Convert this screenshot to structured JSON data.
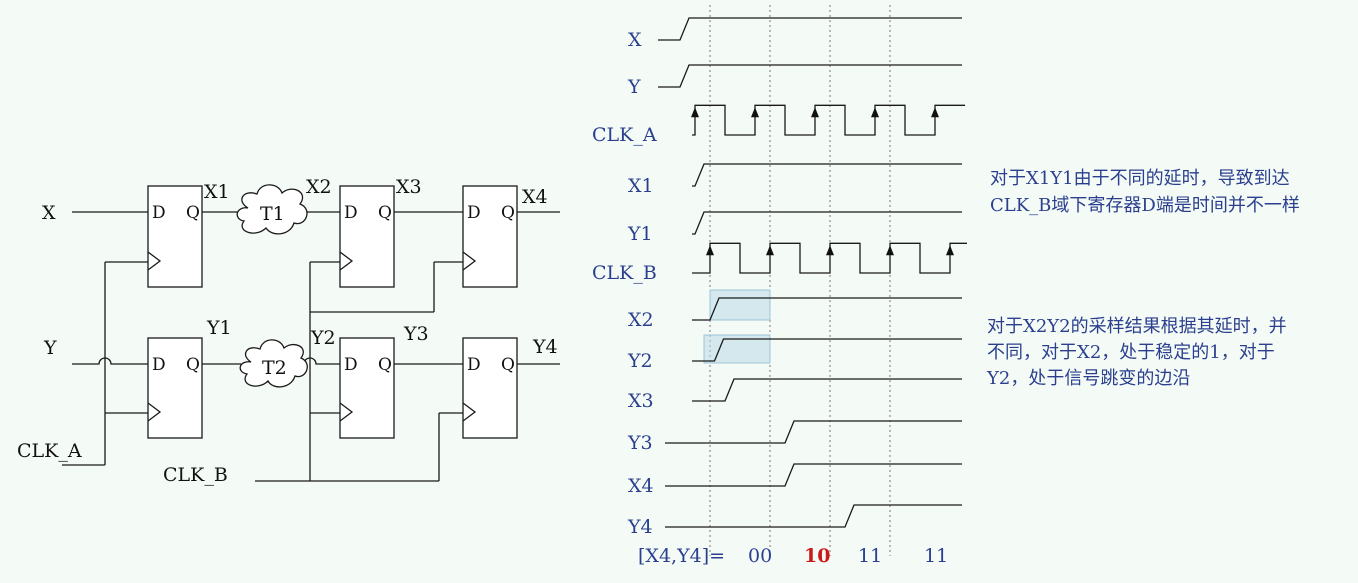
{
  "circuit": {
    "inputs": {
      "x": "X",
      "y": "Y",
      "clk_a": "CLK_A",
      "clk_b": "CLK_B"
    },
    "nets": {
      "x1": "X1",
      "x2": "X2",
      "x3": "X3",
      "x4": "X4",
      "y1": "Y1",
      "y2": "Y2",
      "y3": "Y3",
      "y4": "Y4"
    },
    "delays": {
      "t1": "T1",
      "t2": "T2"
    },
    "flipflop_pins": {
      "d": "D",
      "q": "Q"
    }
  },
  "timing": {
    "signals": [
      {
        "label": "X",
        "kind": "step",
        "at": 0
      },
      {
        "label": "Y",
        "kind": "step",
        "at": 0
      },
      {
        "label": "CLK_A",
        "kind": "clock_a"
      },
      {
        "label": "X1",
        "kind": "step",
        "at": 0.5
      },
      {
        "label": "Y1",
        "kind": "step",
        "at": 0.5
      },
      {
        "label": "CLK_B",
        "kind": "clock_b"
      },
      {
        "label": "X2",
        "kind": "step",
        "at": 1.0
      },
      {
        "label": "Y2",
        "kind": "step",
        "at": 1.15
      },
      {
        "label": "X3",
        "kind": "step",
        "at": 1.5
      },
      {
        "label": "Y3",
        "kind": "step",
        "at": 3.5
      },
      {
        "label": "X4",
        "kind": "step",
        "at": 3.5
      },
      {
        "label": "Y4",
        "kind": "step",
        "at": 5.5
      }
    ],
    "sample_prefix": "[X4,Y4]=",
    "samples": [
      {
        "value": "00",
        "highlight": false
      },
      {
        "value": "10",
        "highlight": true
      },
      {
        "value": "11",
        "highlight": false
      },
      {
        "value": "11",
        "highlight": false
      }
    ]
  },
  "notes": [
    {
      "lines": [
        "对于X1Y1由于不同的延时，导致到达",
        "CLK_B域下寄存器D端是时间并不一样"
      ]
    },
    {
      "lines": [
        "对于X2Y2的采样结果根据其延时，并",
        "不同，对于X2，处于稳定的1，对于",
        "Y2，处于信号跳变的边沿"
      ]
    }
  ],
  "colors": {
    "background": "#f4fbf7",
    "label_blue": "#2b3f8e",
    "highlight_red": "#cc1a1a",
    "sample_window": "#b9d8e6"
  }
}
